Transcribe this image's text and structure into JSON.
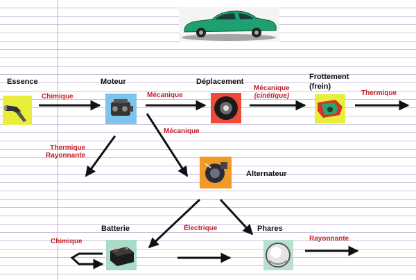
{
  "nodes": {
    "essence": "Essence",
    "moteur": "Moteur",
    "deplacement": "Déplacement",
    "frottement": "Frottement",
    "frottement_sub": "(frein)",
    "alternateur": "Alternateur",
    "batterie": "Batterie",
    "phares": "Phares"
  },
  "energies": {
    "chimique_1": "Chimique",
    "mecanique_1": "Mécanique",
    "mecanique_cinetique": "Mécanique",
    "cinetique": "(cinétique)",
    "thermique_1": "Thermique",
    "mecanique_2": "Mécanique",
    "thermique_2": "Thermique",
    "rayonnante_1": "Rayonnante",
    "electrique": "Électrique",
    "chimique_2": "Chimique",
    "rayonnante_2": "Rayonnante"
  },
  "colors": {
    "energy_label": "#c0202a",
    "essence_box": "#e8ee3a",
    "moteur_box": "#7cc4ee",
    "deplacement_box": "#ee4a3a",
    "frottement_box": "#e8ee3a",
    "alternateur_box": "#f09a28",
    "batterie_box": "#a8dcc8",
    "phares_box": "#b8e0cc",
    "car": "#1fa070"
  },
  "icons": {
    "car": "car-icon",
    "essence": "fuel-nozzle-icon",
    "moteur": "engine-icon",
    "deplacement": "wheel-icon",
    "frottement": "brake-icon",
    "alternateur": "alternator-icon",
    "batterie": "battery-icon",
    "phares": "headlight-icon"
  }
}
